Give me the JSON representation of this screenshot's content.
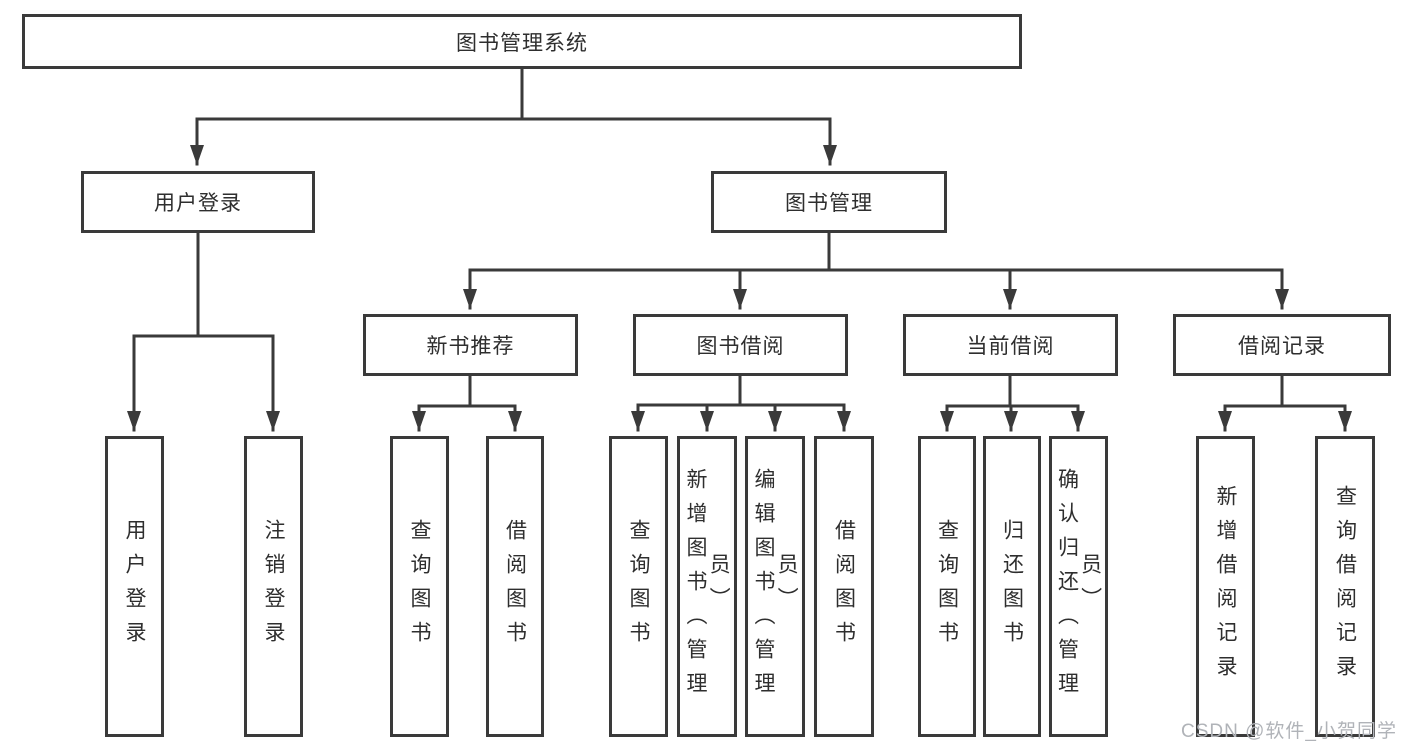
{
  "watermark": "CSDN @软件_小贺同学",
  "colors": {
    "line": "#3a3a3a",
    "box_border": "#3a3a3a",
    "text": "#2e2e2e",
    "watermark": "#b0b3b8"
  },
  "tree": {
    "root": {
      "label": "图书管理系统"
    },
    "branches": [
      {
        "label": "用户登录",
        "children": [
          {
            "label": "用户登录"
          },
          {
            "label": "注销登录"
          }
        ]
      },
      {
        "label": "图书管理",
        "children": [
          {
            "label": "新书推荐",
            "children": [
              {
                "label": "查询图书"
              },
              {
                "label": "借阅图书"
              }
            ]
          },
          {
            "label": "图书借阅",
            "children": [
              {
                "label": "查询图书"
              },
              {
                "label": "新增图书（管理员）"
              },
              {
                "label": "编辑图书（管理员）"
              },
              {
                "label": "借阅图书"
              }
            ]
          },
          {
            "label": "当前借阅",
            "children": [
              {
                "label": "查询图书"
              },
              {
                "label": "归还图书"
              },
              {
                "label": "确认归还（管理员）"
              }
            ]
          },
          {
            "label": "借阅记录",
            "children": [
              {
                "label": "新增借阅记录"
              },
              {
                "label": "查询借阅记录"
              }
            ]
          }
        ]
      }
    ]
  }
}
